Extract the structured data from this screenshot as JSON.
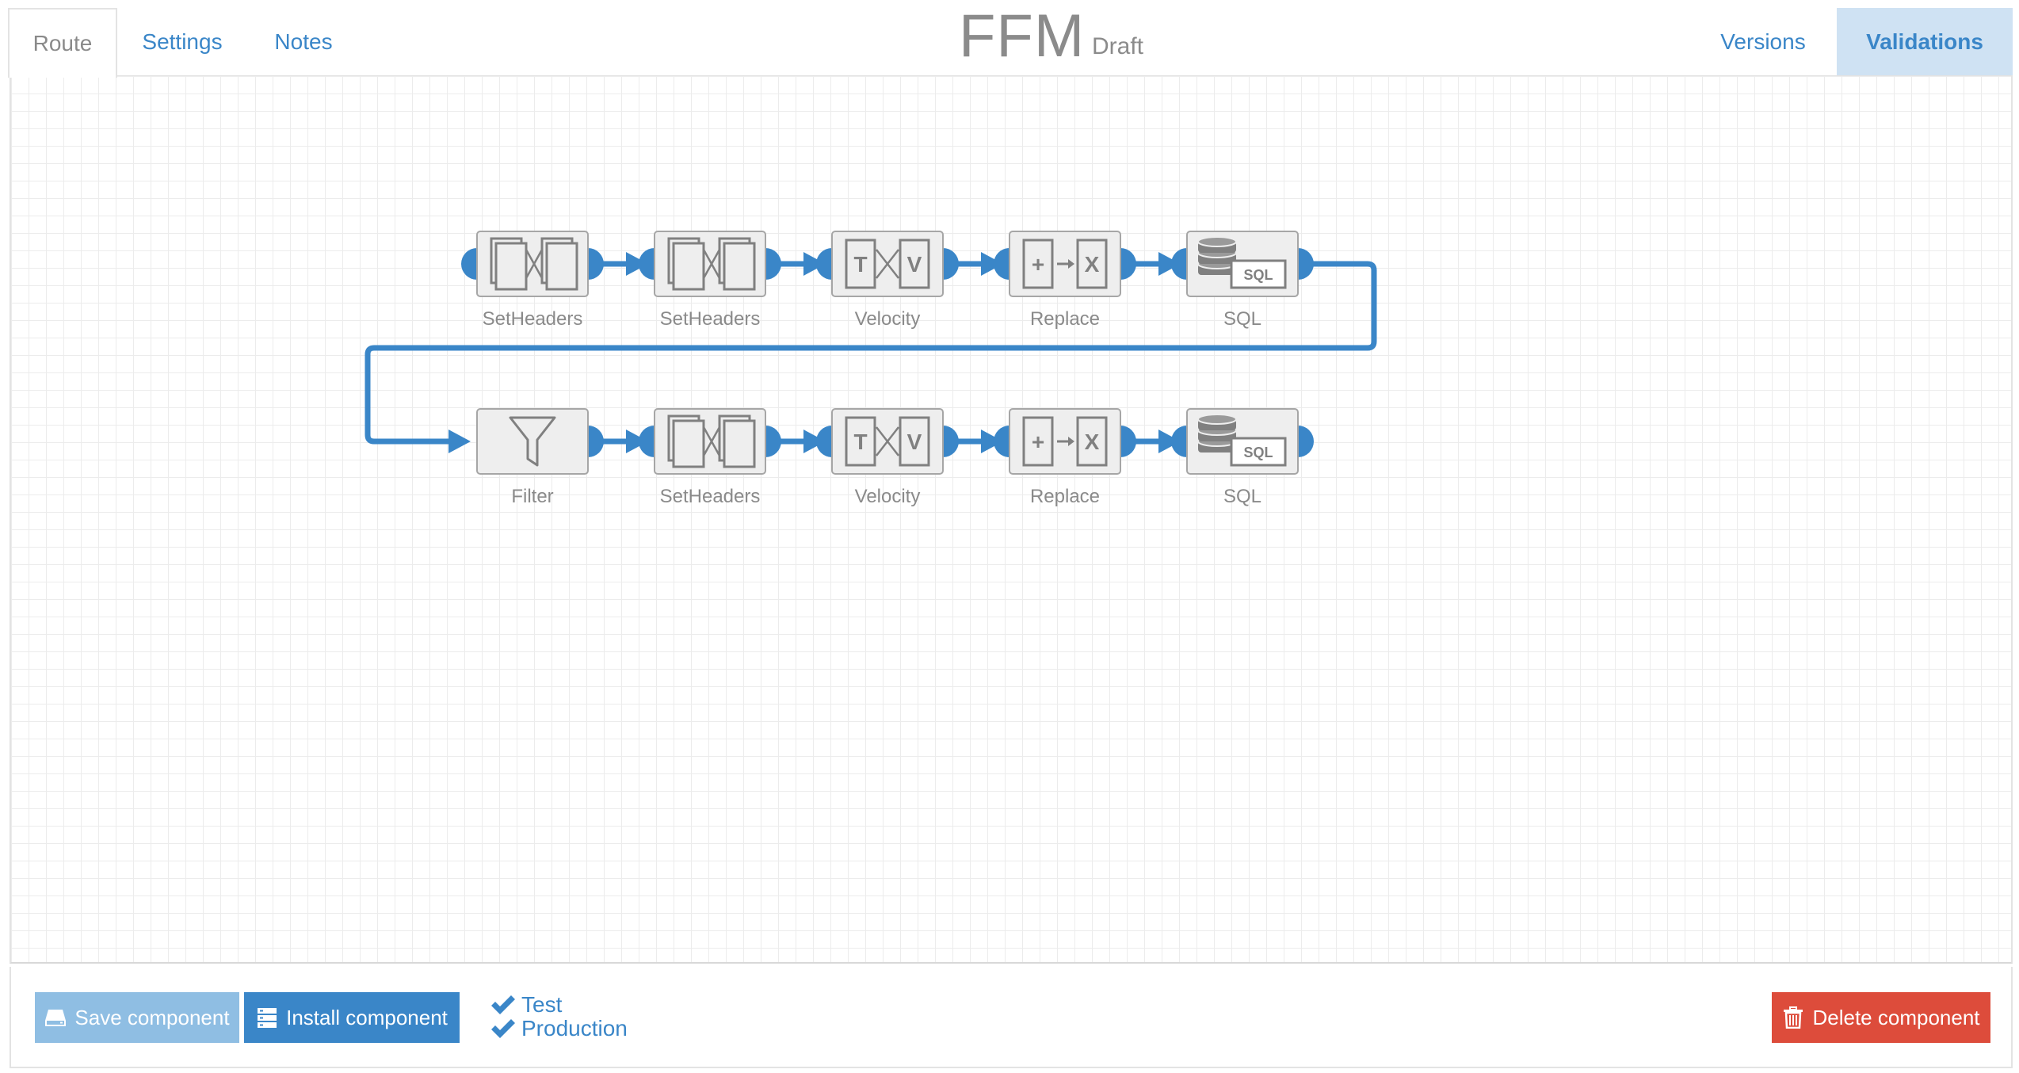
{
  "header": {
    "tabs_left": [
      "Route",
      "Settings",
      "Notes"
    ],
    "title": "FFM",
    "status": "Draft",
    "tabs_right": [
      "Versions",
      "Validations"
    ]
  },
  "route": {
    "rows": [
      [
        {
          "label": "SetHeaders",
          "icon": "set-headers-icon"
        },
        {
          "label": "SetHeaders",
          "icon": "set-headers-icon"
        },
        {
          "label": "Velocity",
          "icon": "velocity-icon"
        },
        {
          "label": "Replace",
          "icon": "replace-icon"
        },
        {
          "label": "SQL",
          "icon": "sql-icon"
        }
      ],
      [
        {
          "label": "Filter",
          "icon": "filter-icon"
        },
        {
          "label": "SetHeaders",
          "icon": "set-headers-icon"
        },
        {
          "label": "Velocity",
          "icon": "velocity-icon"
        },
        {
          "label": "Replace",
          "icon": "replace-icon"
        },
        {
          "label": "SQL",
          "icon": "sql-icon"
        }
      ]
    ],
    "velocity_letters": [
      "T",
      "V"
    ],
    "replace_letters": [
      "+",
      "X"
    ],
    "sql_badge": "SQL"
  },
  "footer": {
    "save_label": "Save component",
    "install_label": "Install component",
    "environments": [
      "Test",
      "Production"
    ],
    "delete_label": "Delete component"
  },
  "colors": {
    "accent": "#3a86c8",
    "accent_light": "#8fbee3",
    "active_tab_bg": "#cfe2f3",
    "danger": "#dd4c3b",
    "node_bg": "#eeeeee",
    "node_border": "#a6a6a6",
    "text_muted": "#8a8a8a"
  }
}
